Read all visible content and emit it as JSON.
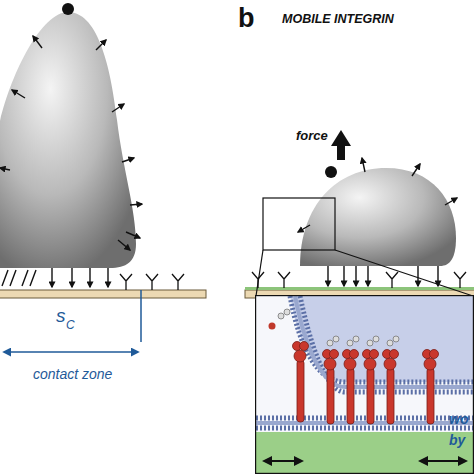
{
  "diagram": {
    "labels": [
      "b",
      "MOBILE INTEGRIN",
      "force",
      "s",
      "C",
      "contact zone",
      "wo",
      "by"
    ]
  }
}
